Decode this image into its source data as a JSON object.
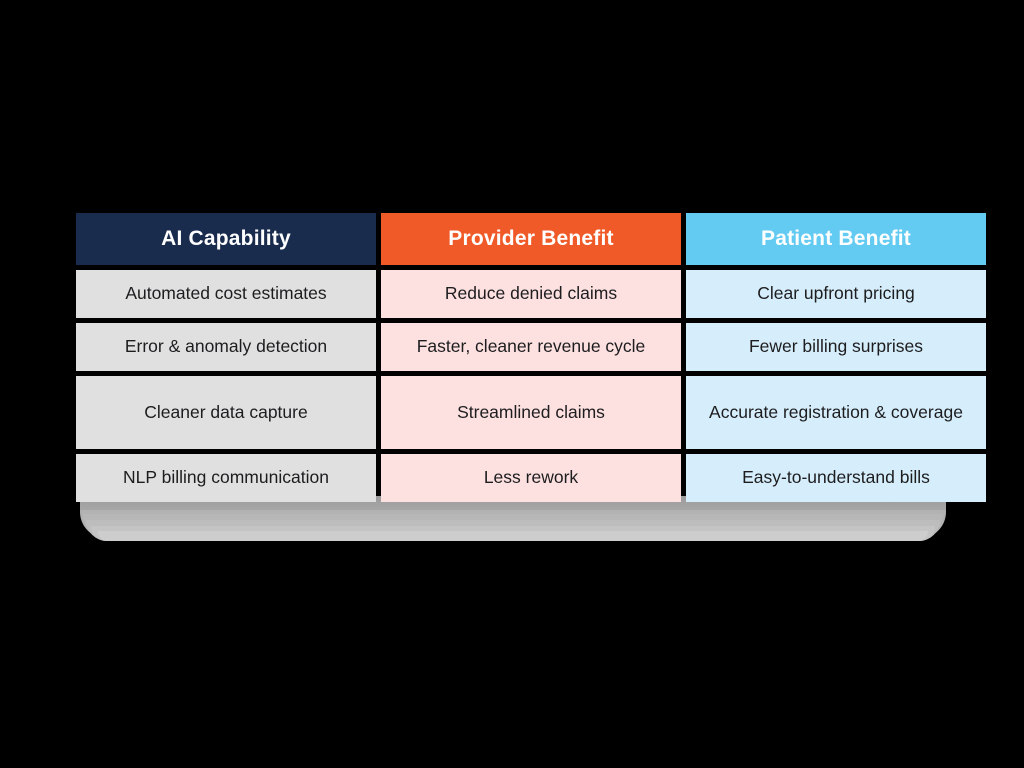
{
  "background_color": "#000000",
  "table": {
    "name": "ai-billing-benefits-table",
    "columns": [
      {
        "header": "AI Capability",
        "header_bg": "#1a2c4e",
        "header_text_color": "#ffffff",
        "cell_bg": "#e0e0e0"
      },
      {
        "header": "Provider Benefit",
        "header_bg": "#f05a28",
        "header_text_color": "#ffffff",
        "cell_bg": "#fde0e0"
      },
      {
        "header": "Patient Benefit",
        "header_bg": "#63cbf2",
        "header_text_color": "#ffffff",
        "cell_bg": "#d6eefb"
      }
    ],
    "rows": [
      {
        "ai_capability": "Automated cost estimates",
        "provider_benefit": "Reduce denied claims",
        "patient_benefit": "Clear upfront pricing"
      },
      {
        "ai_capability": "Error & anomaly detection",
        "provider_benefit": "Faster, cleaner revenue cycle",
        "patient_benefit": "Fewer billing surprises"
      },
      {
        "ai_capability": "Cleaner data capture",
        "provider_benefit": "Streamlined claims",
        "patient_benefit": "Accurate registration & coverage"
      },
      {
        "ai_capability": "NLP billing communication",
        "provider_benefit": "Less rework",
        "patient_benefit": "Easy-to-understand bills"
      }
    ]
  },
  "decor": {
    "base_shadow_color": "#a8a8a8"
  }
}
